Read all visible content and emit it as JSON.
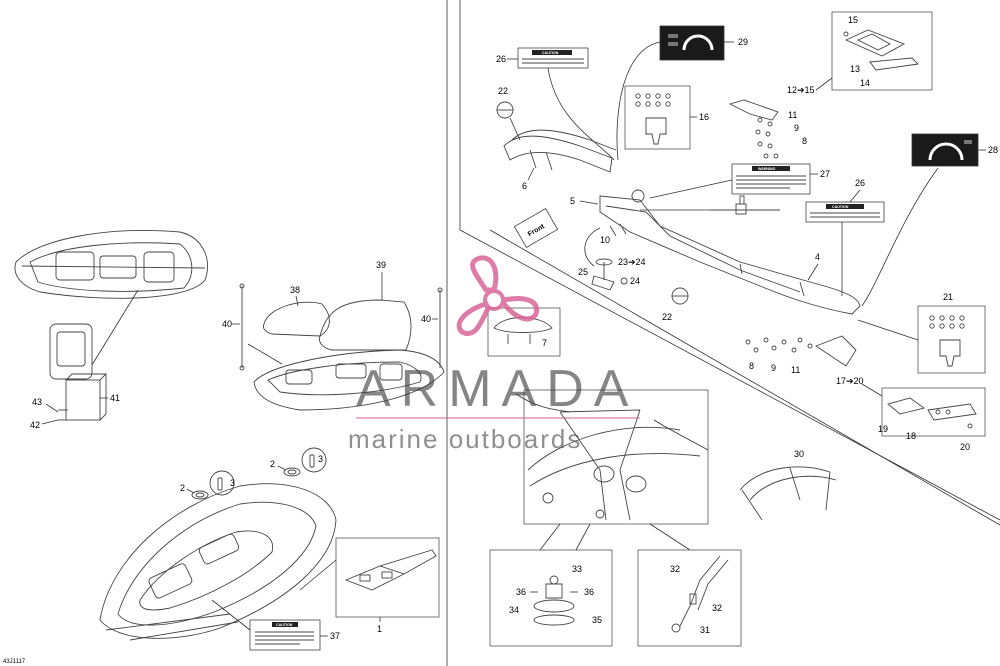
{
  "diagram_code": "43J1117",
  "watermark": {
    "brand": "ARMADA",
    "tagline": "marine outboards",
    "brand_color": "#d9669a"
  },
  "decals": {
    "caution": "CAUTION",
    "warning": "WARNING",
    "front_label": "Front"
  },
  "callouts": {
    "c1": "1",
    "c2a": "2",
    "c2b": "2",
    "c3a": "3",
    "c3b": "3",
    "c4": "4",
    "c5": "5",
    "c6": "6",
    "c7": "7",
    "c8a": "8",
    "c8b": "8",
    "c9a": "9",
    "c9b": "9",
    "c10": "10",
    "c11a": "11",
    "c11b": "11",
    "c12": "12➔15",
    "c13": "13",
    "c14": "14",
    "c15": "15",
    "c16": "16",
    "c17": "17➔20",
    "c18": "18",
    "c19": "19",
    "c20": "20",
    "c21": "21",
    "c22a": "22",
    "c22b": "22",
    "c23": "23➔24",
    "c24": "24",
    "c25": "25",
    "c26a": "26",
    "c26b": "26",
    "c27": "27",
    "c28": "28",
    "c29": "29",
    "c30": "30",
    "c31": "31",
    "c32a": "32",
    "c32b": "32",
    "c33": "33",
    "c34": "34",
    "c35": "35",
    "c36a": "36",
    "c36b": "36",
    "c37": "37",
    "c38": "38",
    "c39": "39",
    "c40a": "40",
    "c40b": "40",
    "c41": "41",
    "c42": "42",
    "c43": "43"
  }
}
